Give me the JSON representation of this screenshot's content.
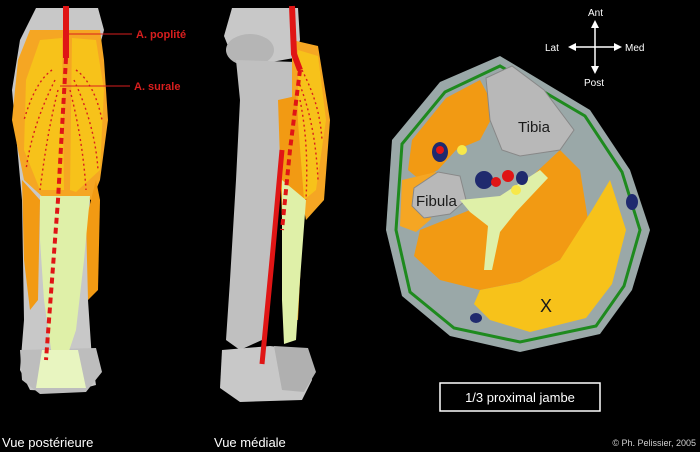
{
  "labels": {
    "popliteal_artery": "A. poplité",
    "sural_artery": "A. surale",
    "tibia": "Tibia",
    "fibula": "Fibula",
    "x_marker": "X",
    "section_caption": "1/3 proximal jambe",
    "view_posterior": "Vue postérieure",
    "view_medial": "Vue médiale",
    "copyright": "© Ph. Pelissier, 2005"
  },
  "compass": {
    "ant": "Ant",
    "post": "Post",
    "lat": "Lat",
    "med": "Med"
  },
  "colors": {
    "background": "#000000",
    "bone": "#c8c8c8",
    "muscle_light": "#f7c21a",
    "muscle_dark": "#f29a13",
    "tendon": "#dff0a8",
    "artery": "#e01515",
    "fascia": "#1e8a1e",
    "skin": "#9aa8a8"
  }
}
